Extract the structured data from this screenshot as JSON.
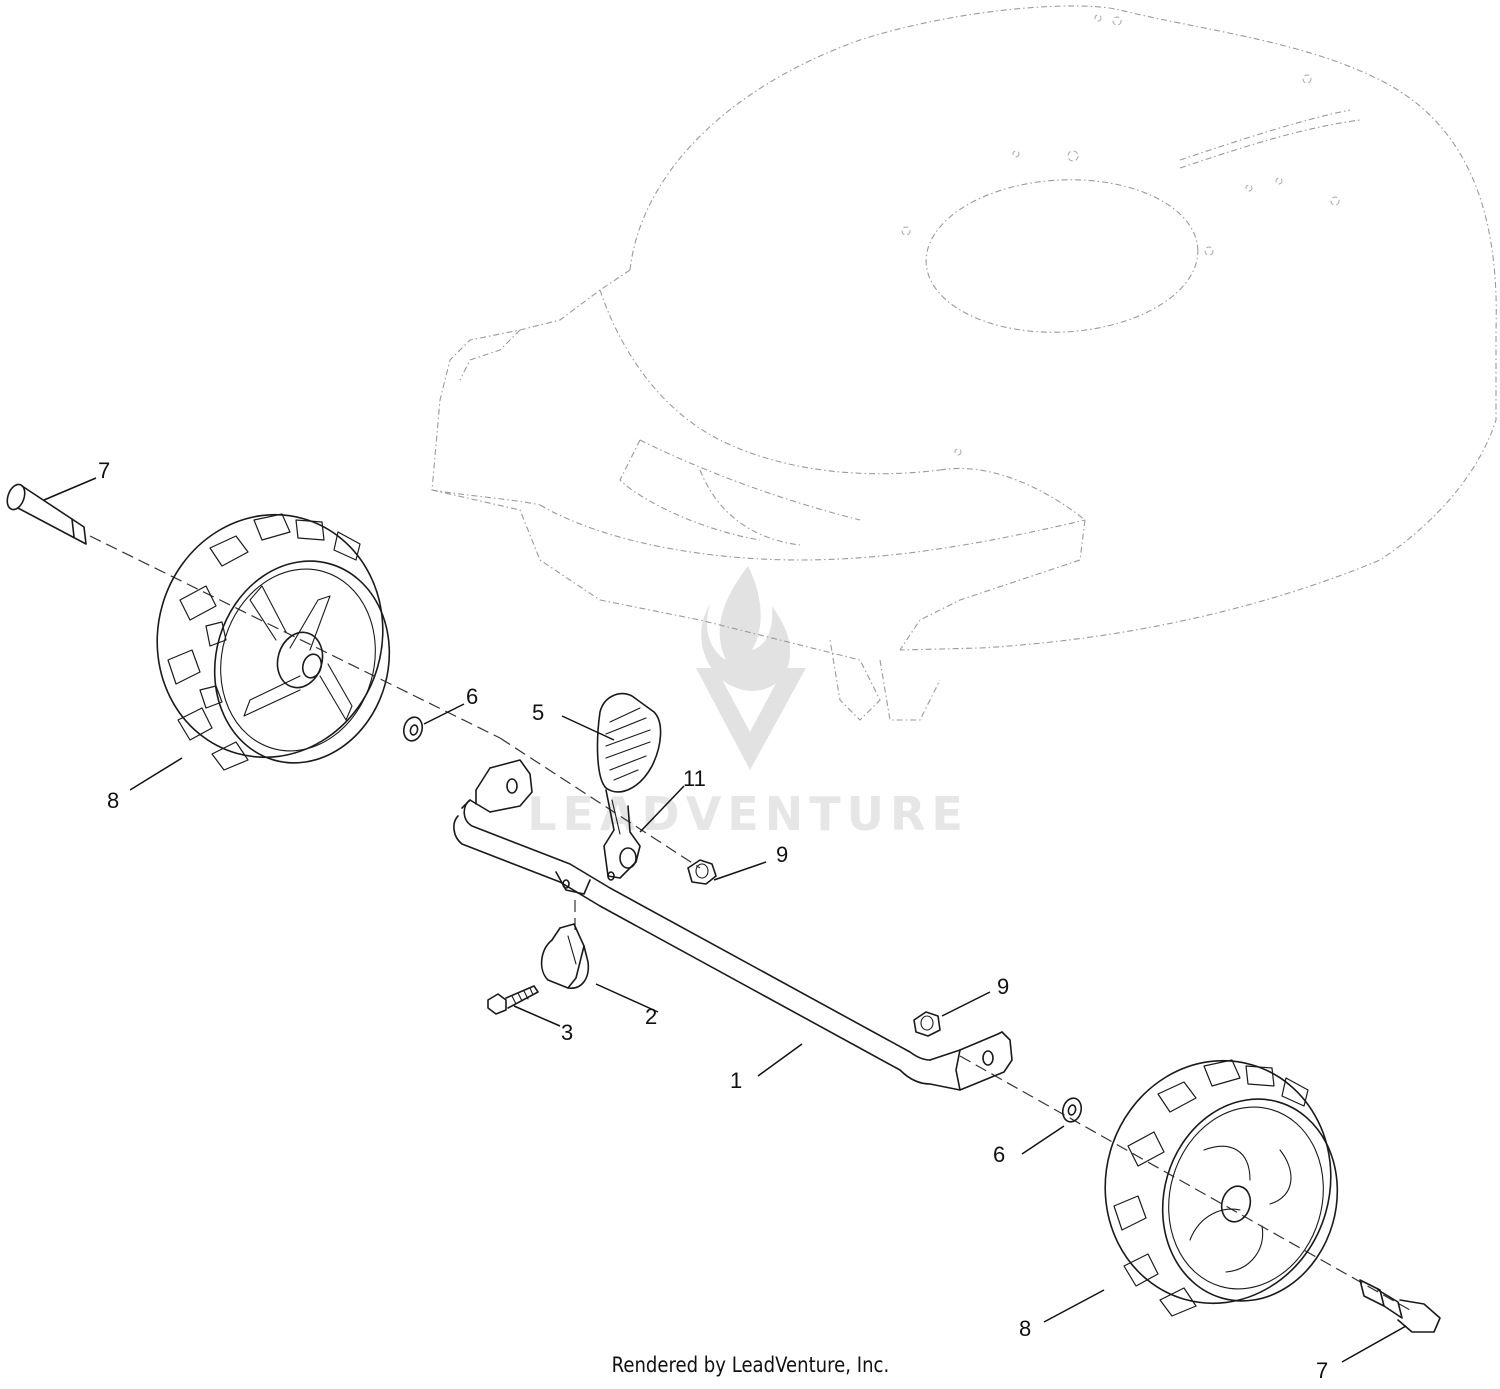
{
  "callouts": {
    "c1": "1",
    "c2": "2",
    "c3": "3",
    "c5": "5",
    "c6_upper": "6",
    "c6_lower": "6",
    "c7_upper": "7",
    "c7_lower": "7",
    "c8_left": "8",
    "c8_right": "8",
    "c9_upper": "9",
    "c9_lower": "9",
    "c11": "11"
  },
  "watermark": {
    "text": "LEADVENTURE"
  },
  "footer": {
    "credit": "Rendered by LeadVenture, Inc."
  },
  "icons": {
    "watermark_logo": "flame-v-logo-icon"
  },
  "colors": {
    "line": "#1a1a1a",
    "phantom": "#9a9a9a",
    "watermark": "#e2e2e2",
    "background": "#ffffff"
  }
}
